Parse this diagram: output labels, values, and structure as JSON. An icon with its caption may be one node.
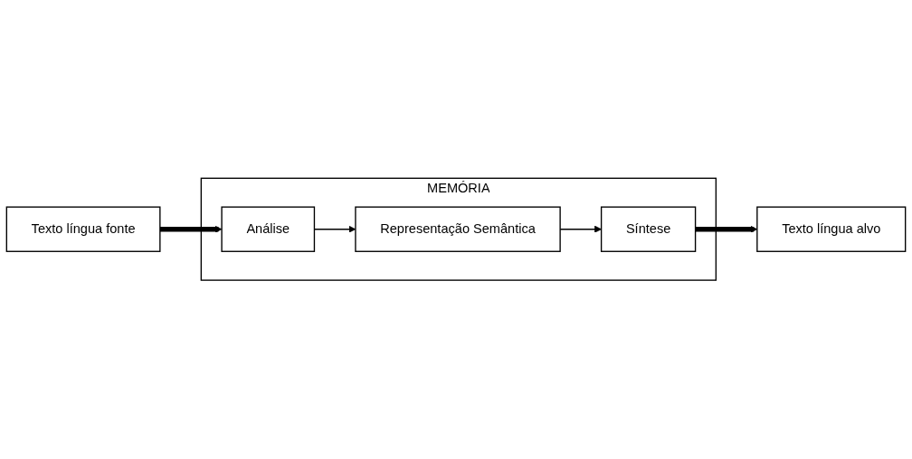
{
  "diagram": {
    "nodes": [
      {
        "text": [
          "Texto língua fonte"
        ]
      },
      {
        "text": [
          "MEMÓRIA"
        ]
      },
      {
        "text": [
          "Análise"
        ],
        "in": 1
      },
      {
        "text": [
          "Representação Semântica"
        ],
        "in": 1
      },
      {
        "text": [
          "Síntese"
        ],
        "in": 1
      },
      {
        "text": [
          "Texto língua alvo"
        ]
      }
    ],
    "edges": [
      {
        "from": 0,
        "to": 2,
        "arrow": "to",
        "style": "thick"
      },
      {
        "from": 2,
        "to": 3,
        "arrow": "to"
      },
      {
        "from": 3,
        "to": 4,
        "arrow": "to"
      },
      {
        "from": 4,
        "to": 5,
        "arrow": "to",
        "style": "thick"
      }
    ]
  }
}
